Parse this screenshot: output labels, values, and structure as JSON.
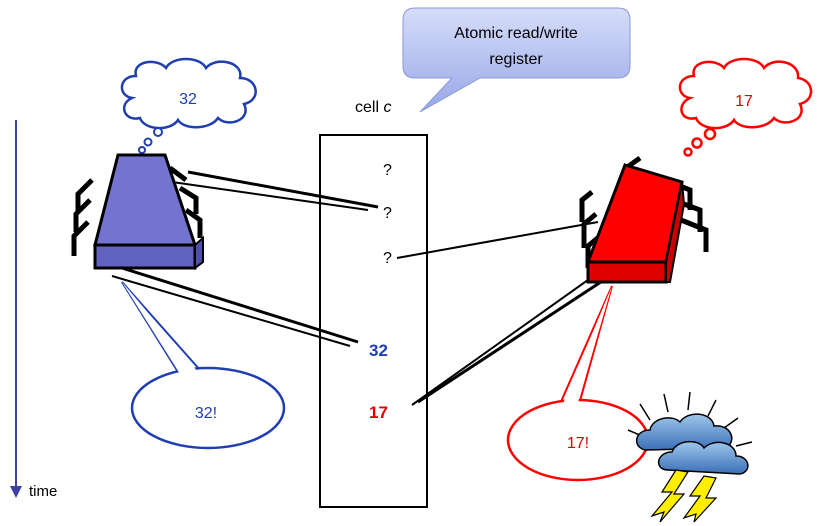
{
  "callout": {
    "line1": "Atomic read/write",
    "line2": "register"
  },
  "cell": {
    "label_prefix": "cell ",
    "label_var": "c"
  },
  "cell_values": [
    "?",
    "?",
    "?",
    "32",
    "17"
  ],
  "left_processor": {
    "thought": "32",
    "speech": "32!"
  },
  "right_processor": {
    "thought": "17",
    "speech": "17!"
  },
  "time_axis": {
    "label": "time"
  },
  "colors": {
    "left": "#7474d0",
    "left_text": "#1f3fb0",
    "right": "#ff0000",
    "callout": "#b8c4f0"
  },
  "icons": [
    "thought-cloud-icon",
    "storm-cloud-icon",
    "lightning-icon",
    "cpu-chip-icon"
  ]
}
